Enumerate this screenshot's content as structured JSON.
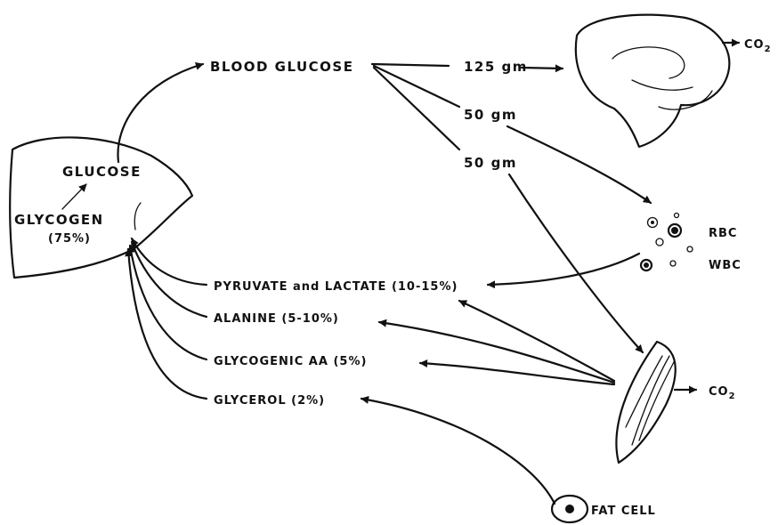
{
  "liver": {
    "glucose": "GLUCOSE",
    "glycogen": "GLYCOGEN",
    "glycogen_pct": "(75%)"
  },
  "blood_glucose": "BLOOD GLUCOSE",
  "flows": {
    "brain": "125 gm",
    "rbc_wbc": "50 gm",
    "muscle": "50 gm"
  },
  "co2": {
    "base": "CO",
    "sub": "2"
  },
  "cells": {
    "rbc": "RBC",
    "wbc": "WBC",
    "fat_cell": "FAT CELL"
  },
  "precursors": {
    "pyruvate": "PYRUVATE and LACTATE (10-15%)",
    "alanine": "ALANINE (5-10%)",
    "glycogenic_aa": "GLYCOGENIC AA (5%)",
    "glycerol": "GLYCEROL (2%)"
  }
}
